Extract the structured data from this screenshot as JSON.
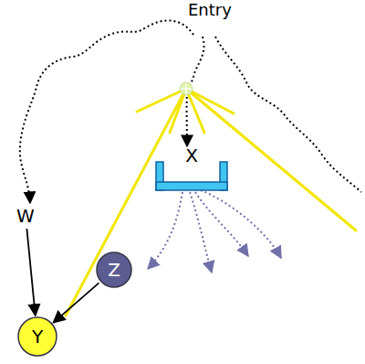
{
  "diagram": {
    "nodes": [
      {
        "text": [
          "X"
        ]
      },
      {
        "text": [
          "W"
        ]
      },
      {
        "text": [
          "Z"
        ]
      },
      {
        "text": [
          "Y"
        ]
      }
    ],
    "edges": [
      {
        "from": 1,
        "to": 3,
        "arrow": "to"
      },
      {
        "from": 2,
        "to": 3,
        "arrow": "to"
      }
    ],
    "labels": [
      "Entry"
    ]
  }
}
